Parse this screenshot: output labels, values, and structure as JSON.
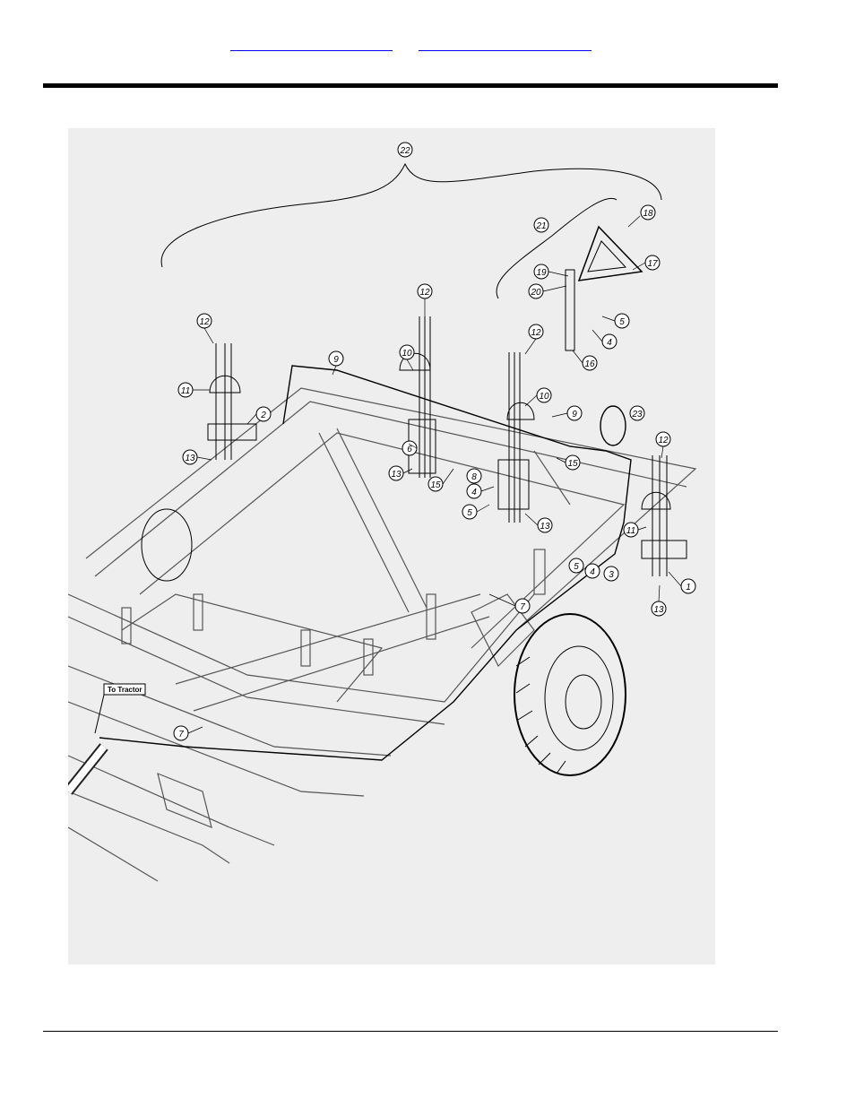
{
  "header": {
    "links": [
      "",
      ""
    ]
  },
  "diagram": {
    "callouts": [
      "22",
      "21",
      "18",
      "17",
      "19",
      "20",
      "12",
      "12",
      "12",
      "12",
      "5",
      "4",
      "16",
      "11",
      "2",
      "10",
      "10",
      "9",
      "9",
      "23",
      "6",
      "13",
      "13",
      "15",
      "15",
      "8",
      "4",
      "5",
      "13",
      "11",
      "5",
      "4",
      "3",
      "1",
      "13",
      "7",
      "7"
    ],
    "tractor_label": "To Tractor"
  }
}
